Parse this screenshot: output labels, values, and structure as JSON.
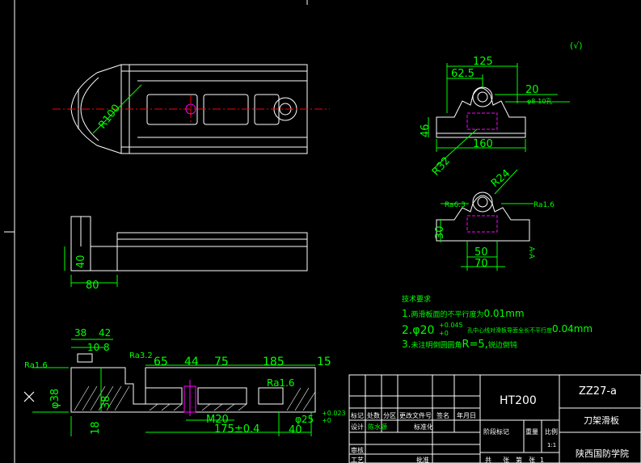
{
  "colors": {
    "background": "#000000",
    "outline": "#ffffff",
    "dimension": "#00ff00",
    "centerline": "#ff0000",
    "hidden": "#ff00ff",
    "crosshair": "#ffffff"
  },
  "top_view": {
    "radius_label": "R100"
  },
  "side_view": {
    "dim_height": "40",
    "dim_width": "80"
  },
  "front_view": {
    "dim_125": "125",
    "dim_62_5": "62.5",
    "dim_20": "20",
    "dim_46": "46",
    "dim_160": "160",
    "dim_R32": "R32",
    "hole_note": "φ8-10孔"
  },
  "section_view": {
    "dim_R24": "R24",
    "dim_ra_left": "Ra6.3",
    "dim_ra_right": "Ra1.6",
    "dim_30": "30",
    "dim_50": "50",
    "dim_70": "70",
    "section_mark": "A-A"
  },
  "corner_mark": "(√)",
  "tech_requirements": {
    "title": "技术要求",
    "items": [
      {
        "num": "1.",
        "text": "两滑板面的不平行度为",
        "value": "0.01mm"
      },
      {
        "num": "2.",
        "prefix": "φ20",
        "tol_upper": "+0.045",
        "tol_lower": "+0",
        "text": "孔中心线对滑板导面全长不平行度",
        "value": "0.04mm"
      },
      {
        "num": "3.",
        "text": "未注明倒圆圆角",
        "value": "R=5,",
        "suffix": "锐边倒钝"
      }
    ]
  },
  "long_view": {
    "dims_top": [
      "38",
      "42",
      "10",
      "8"
    ],
    "ra_left": "Ra1.6",
    "ra_mid": "Ra3.2",
    "ra_right": "Ra1.6",
    "dims_spans": [
      "65",
      "44",
      "75",
      "185",
      "15"
    ],
    "dia_38a": "φ38",
    "dia_38b": "38",
    "dim_18": "18",
    "thread": "M20",
    "len": "175±0.4",
    "dim_40": "40",
    "hole": "φ25",
    "hole_tol_upper": "+0.023",
    "hole_tol_lower": "+0"
  },
  "title_block": {
    "material": "HT200",
    "drawing_no": "ZZ27-a",
    "part_name": "刀架滑板",
    "school": "陕西国防学院",
    "headers": [
      "标记",
      "处数",
      "分区",
      "更改文件号",
      "签名",
      "年月日"
    ],
    "row_design": [
      "设计",
      "陈水源",
      "标准化"
    ],
    "stage_labels": [
      "阶段标记",
      "重量",
      "比例"
    ],
    "scale": "1:1",
    "row_review": "审核",
    "row_process": "工艺",
    "row_approve": "批准",
    "sheet_info": [
      "共",
      "张",
      "第",
      "张",
      "1"
    ]
  }
}
